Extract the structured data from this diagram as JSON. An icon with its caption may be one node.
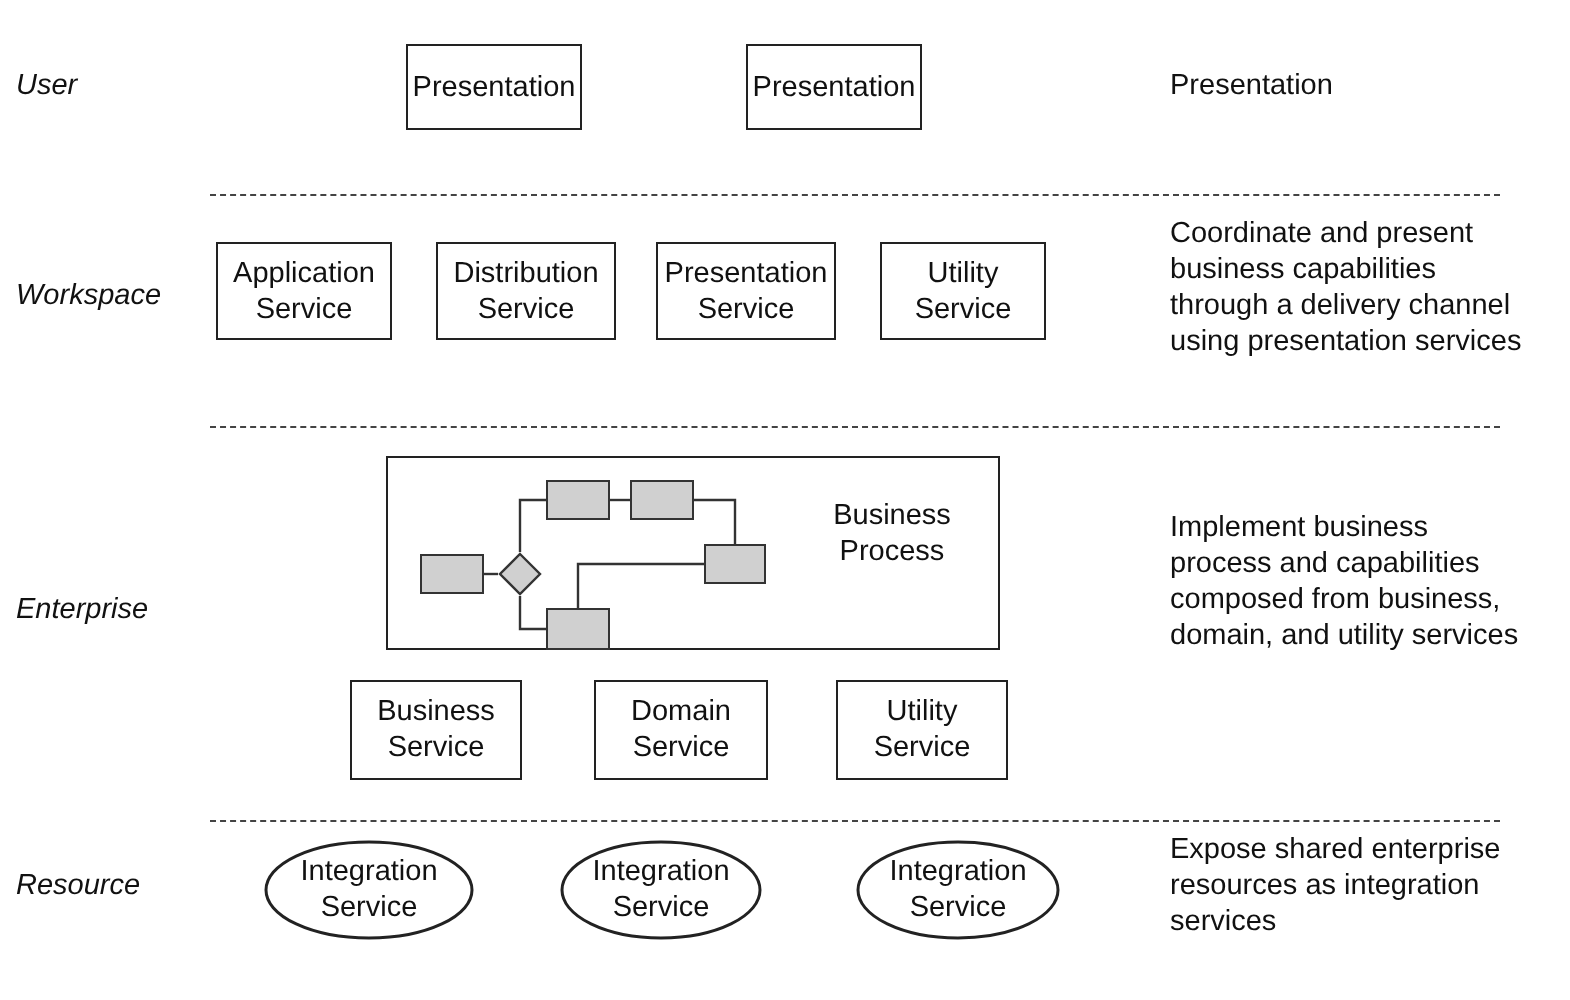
{
  "diagram": {
    "nodes": [
      {
        "text": [
          "Presentation"
        ]
      },
      {
        "text": [
          "Presentation"
        ]
      },
      {
        "text": [
          "Application Service"
        ]
      },
      {
        "text": [
          "Distribution Service"
        ]
      },
      {
        "text": [
          "Presentation Service"
        ]
      },
      {
        "text": [
          "Utility Service"
        ]
      },
      {
        "text": [
          "Business Process"
        ]
      },
      {
        "text": [],
        "shape": "box",
        "in": 6
      },
      {
        "text": [],
        "shape": "diamond",
        "in": 6
      },
      {
        "text": [],
        "shape": "box",
        "in": 6
      },
      {
        "text": [],
        "shape": "box",
        "in": 6
      },
      {
        "text": [],
        "shape": "box",
        "in": 6
      },
      {
        "text": [],
        "shape": "box",
        "in": 6
      },
      {
        "text": [
          "Business Service"
        ]
      },
      {
        "text": [
          "Domain Service"
        ]
      },
      {
        "text": [
          "Utility Service"
        ]
      },
      {
        "text": [
          "Integration Service"
        ]
      },
      {
        "text": [
          "Integration Service"
        ]
      },
      {
        "text": [
          "Integration Service"
        ]
      }
    ],
    "edges": [
      {
        "from": 7,
        "to": 8,
        "arrow": "none"
      },
      {
        "from": 8,
        "to": 9,
        "arrow": "none"
      },
      {
        "from": 9,
        "to": 10,
        "arrow": "none"
      },
      {
        "from": 10,
        "to": 11,
        "arrow": "none"
      },
      {
        "from": 8,
        "to": 12,
        "arrow": "none"
      },
      {
        "from": 12,
        "to": 11,
        "arrow": "none"
      }
    ],
    "labels": [
      "User",
      "Presentation",
      "Workspace",
      "Coordinate and present business capabilities through a delivery channel using presentation services",
      "Enterprise",
      "Implement business process and capabilities composed from business, domain, and utility services",
      "Resource",
      "Expose shared enterprise resources as integration services"
    ]
  }
}
